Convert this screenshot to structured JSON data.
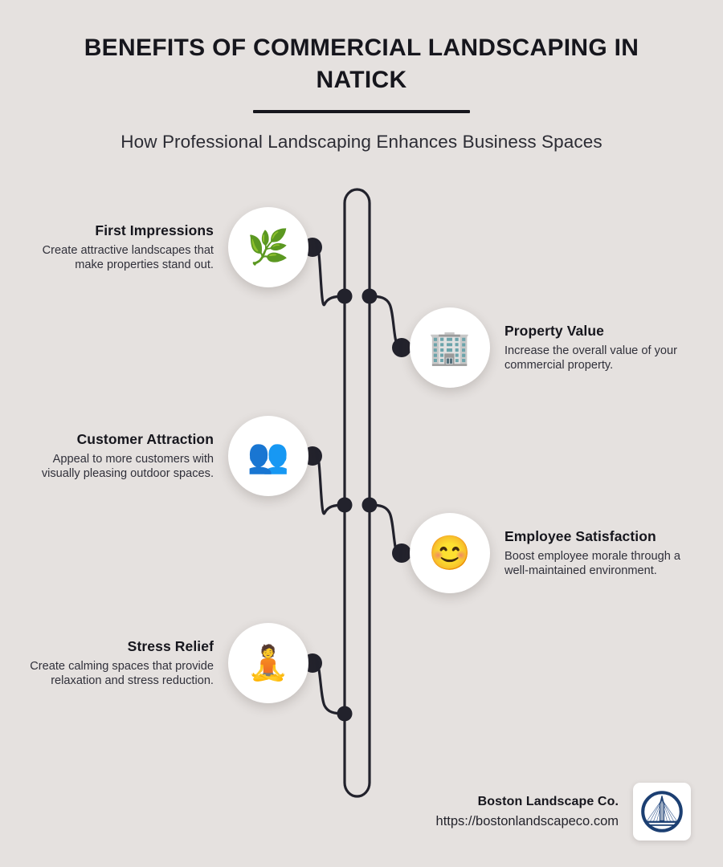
{
  "header": {
    "title": "Benefits of Commercial Landscaping in Natick",
    "subtitle": "How Professional Landscaping Enhances Business Spaces"
  },
  "theme": {
    "background": "#e5e1df",
    "ink": "#16161d",
    "bubble": "#ffffff",
    "logo_navy": "#1c3f72"
  },
  "items": [
    {
      "title": "First Impressions",
      "desc": "Create attractive landscapes that make properties stand out.",
      "icon": "herb-icon",
      "glyph": "🌿",
      "side": "left"
    },
    {
      "title": "Property Value",
      "desc": "Increase the overall value of your commercial property.",
      "icon": "office-building-icon",
      "glyph": "🏢",
      "side": "right"
    },
    {
      "title": "Customer Attraction",
      "desc": "Appeal to more customers with visually pleasing outdoor spaces.",
      "icon": "busts-in-silhouette-icon",
      "glyph": "👥",
      "side": "left"
    },
    {
      "title": "Employee Satisfaction",
      "desc": "Boost employee morale through a well-maintained environment.",
      "icon": "smiling-face-icon",
      "glyph": "😊",
      "side": "right"
    },
    {
      "title": "Stress Relief",
      "desc": "Create calming spaces that provide relaxation and stress reduction.",
      "icon": "person-in-lotus-position-icon",
      "glyph": "🧘",
      "side": "left"
    }
  ],
  "footer": {
    "brand": "Boston Landscape Co.",
    "url": "https://bostonlandscapeco.com",
    "logo": "bridge-circle-logo"
  }
}
